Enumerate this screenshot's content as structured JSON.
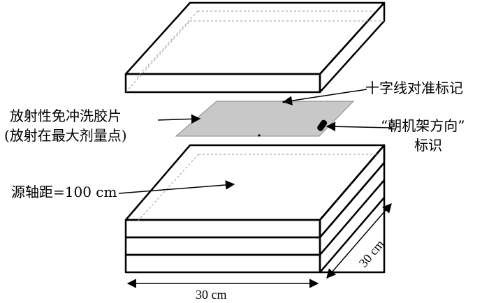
{
  "labels": {
    "crosshair": "十字线对准标记",
    "film_line1": "放射性免冲洗胶片",
    "film_line2": "(放射在最大剂量点)",
    "gantry_line1": "“朝机架方向”",
    "gantry_line2": "标识",
    "ssd": "源轴距=100 cm",
    "width": "30 cm",
    "depth": "30 cm"
  },
  "colors": {
    "line": "#000000",
    "film": "#c8c8c8",
    "hidden_edge": "#999999"
  }
}
